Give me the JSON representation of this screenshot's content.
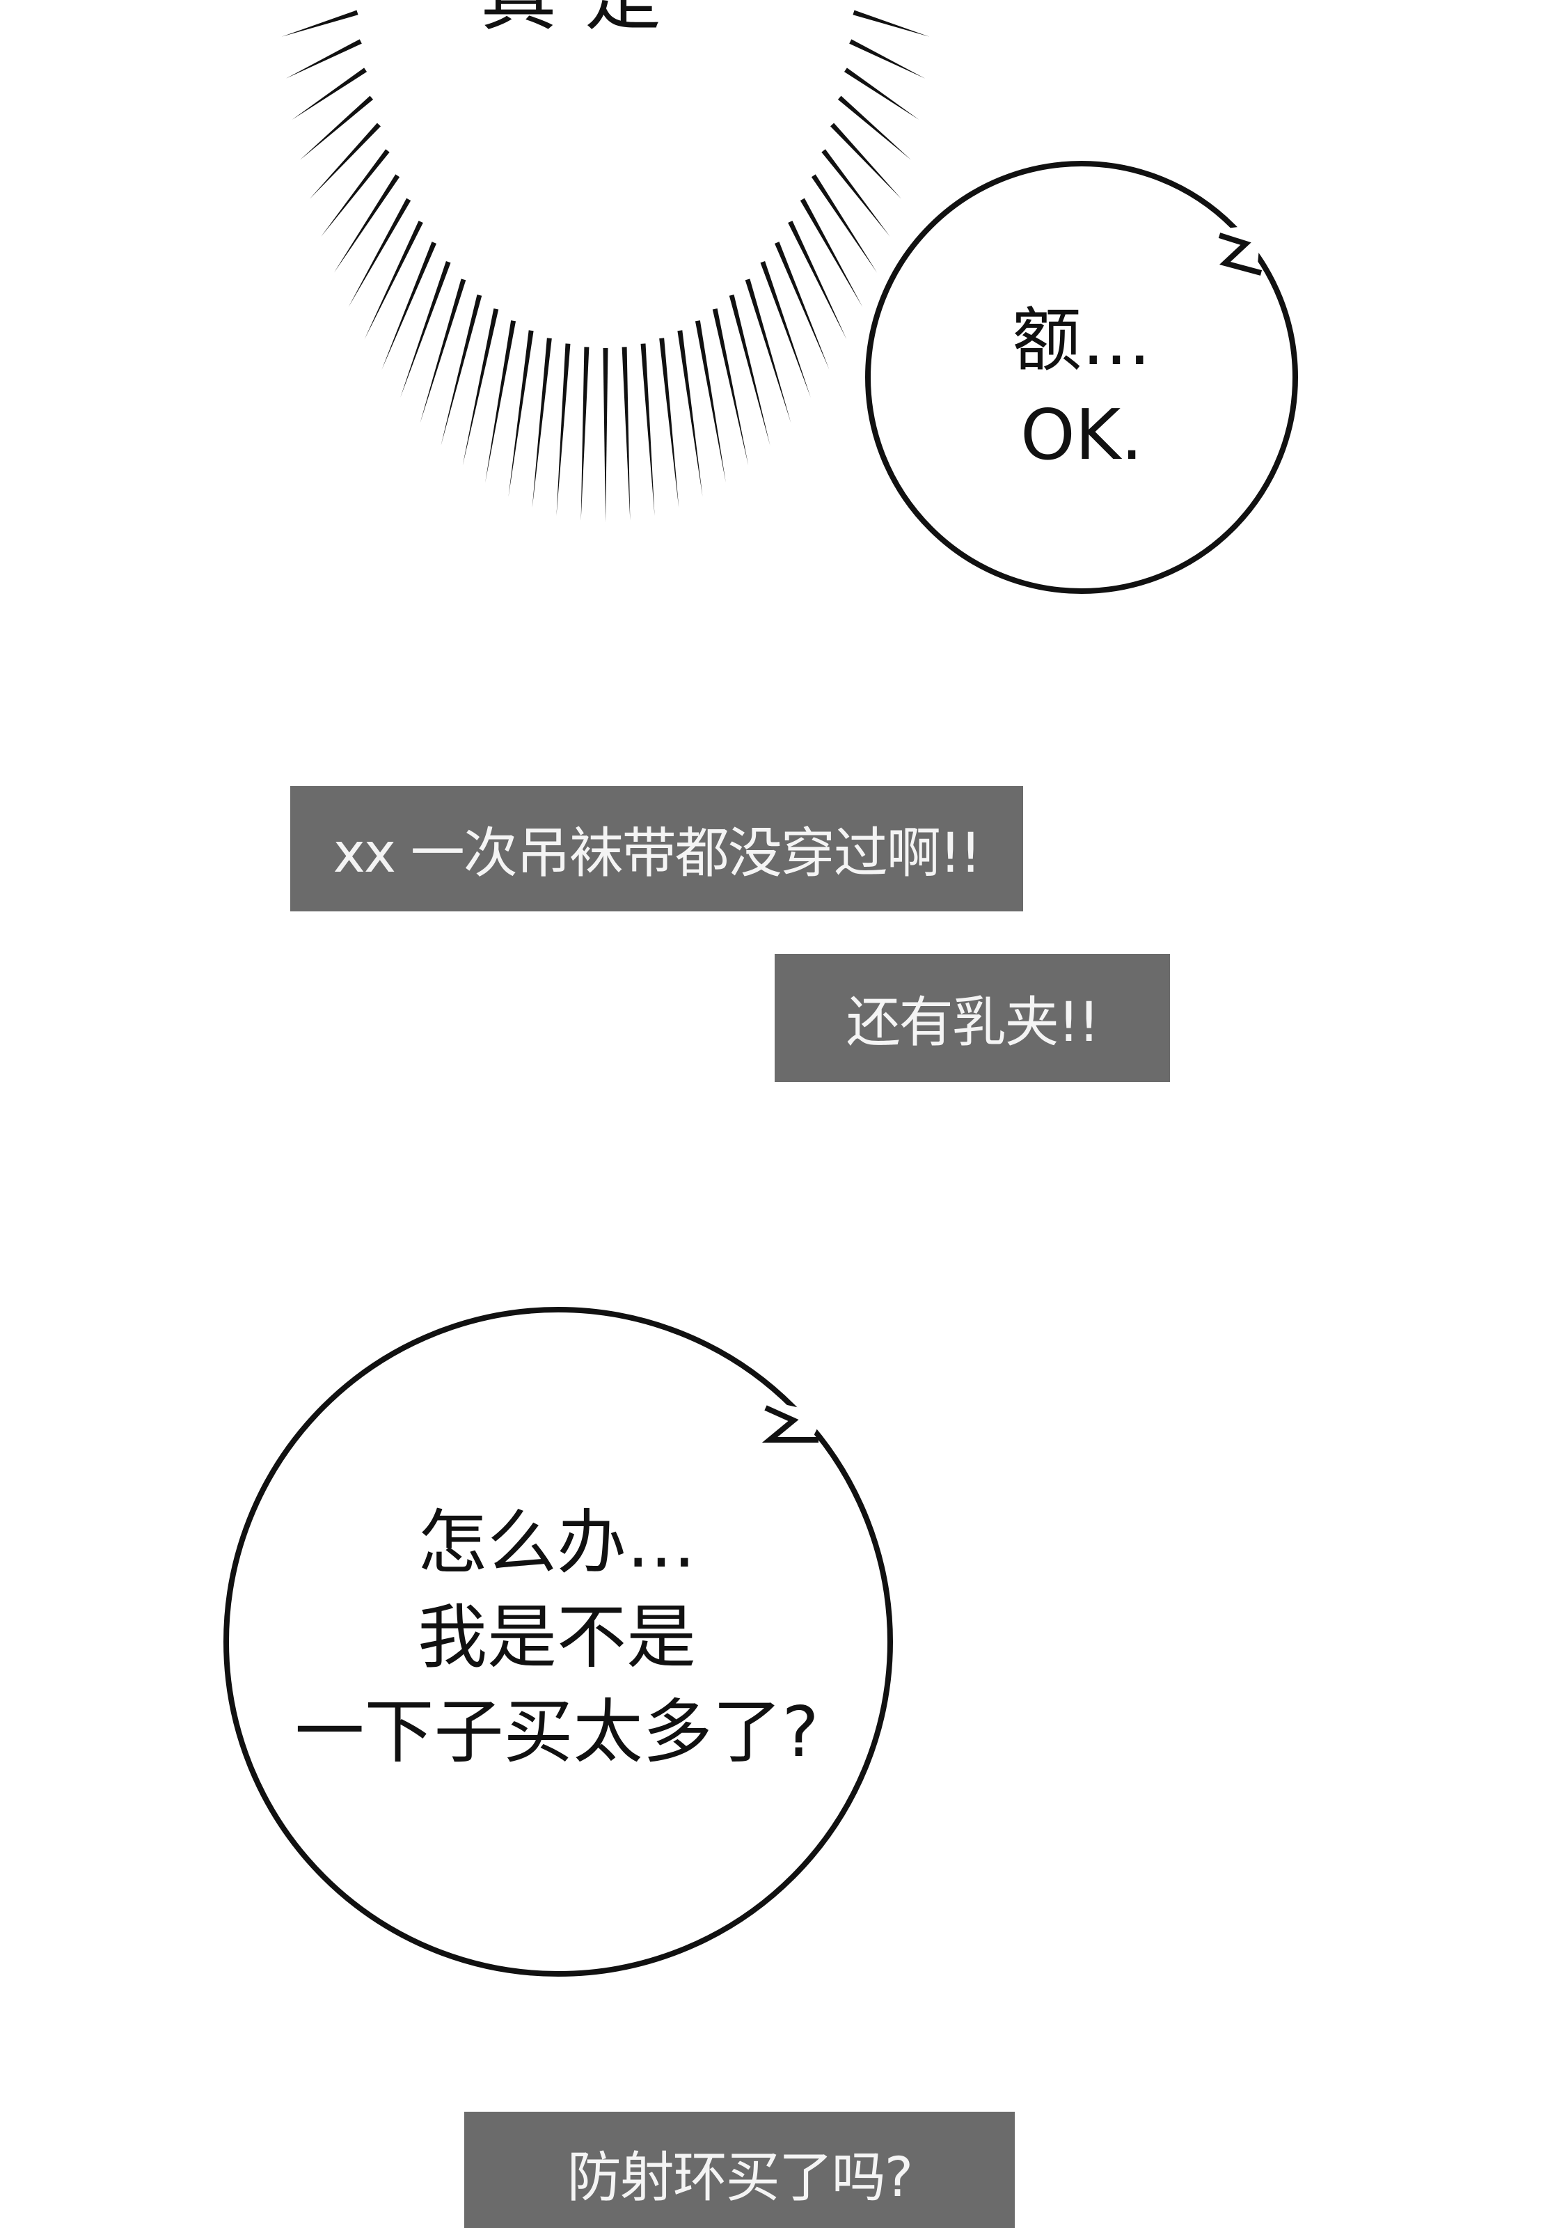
{
  "top_fragment": {
    "text": "真是"
  },
  "bubble_1": {
    "lines": [
      "额…",
      "OK."
    ]
  },
  "caption_1": {
    "text": "xx 一次吊袜带都没穿过啊!!"
  },
  "caption_2": {
    "text": "还有乳夹!!"
  },
  "bubble_2": {
    "lines": [
      "怎么办…",
      "我是不是",
      "一下子买太多了?"
    ]
  },
  "caption_3": {
    "text": "防射环买了吗?"
  },
  "colors": {
    "caption_bg": "#6b6b6b",
    "caption_text": "#f4f4f4",
    "ink": "#111111"
  }
}
